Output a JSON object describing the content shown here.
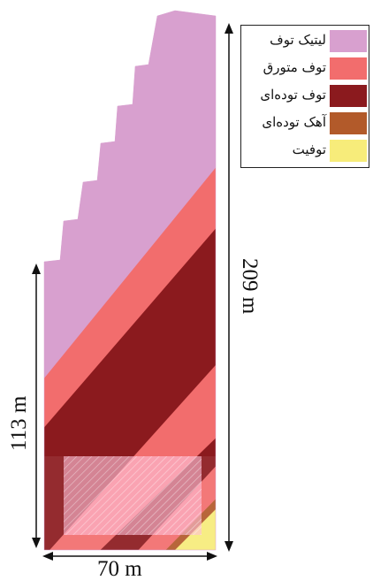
{
  "legend": [
    {
      "label": "لیتیک توف",
      "color": "#d8a0cf"
    },
    {
      "label": "توف متورق",
      "color": "#f26d6d"
    },
    {
      "label": "توف توده‌ای",
      "color": "#8b1a1e"
    },
    {
      "label": "آهک توده‌ای",
      "color": "#b25a2a"
    },
    {
      "label": "توفیت",
      "color": "#f7ec7a"
    }
  ],
  "dimensions": {
    "height_total": "209 m",
    "height_lower": "113 m",
    "width_base": "70 m"
  }
}
